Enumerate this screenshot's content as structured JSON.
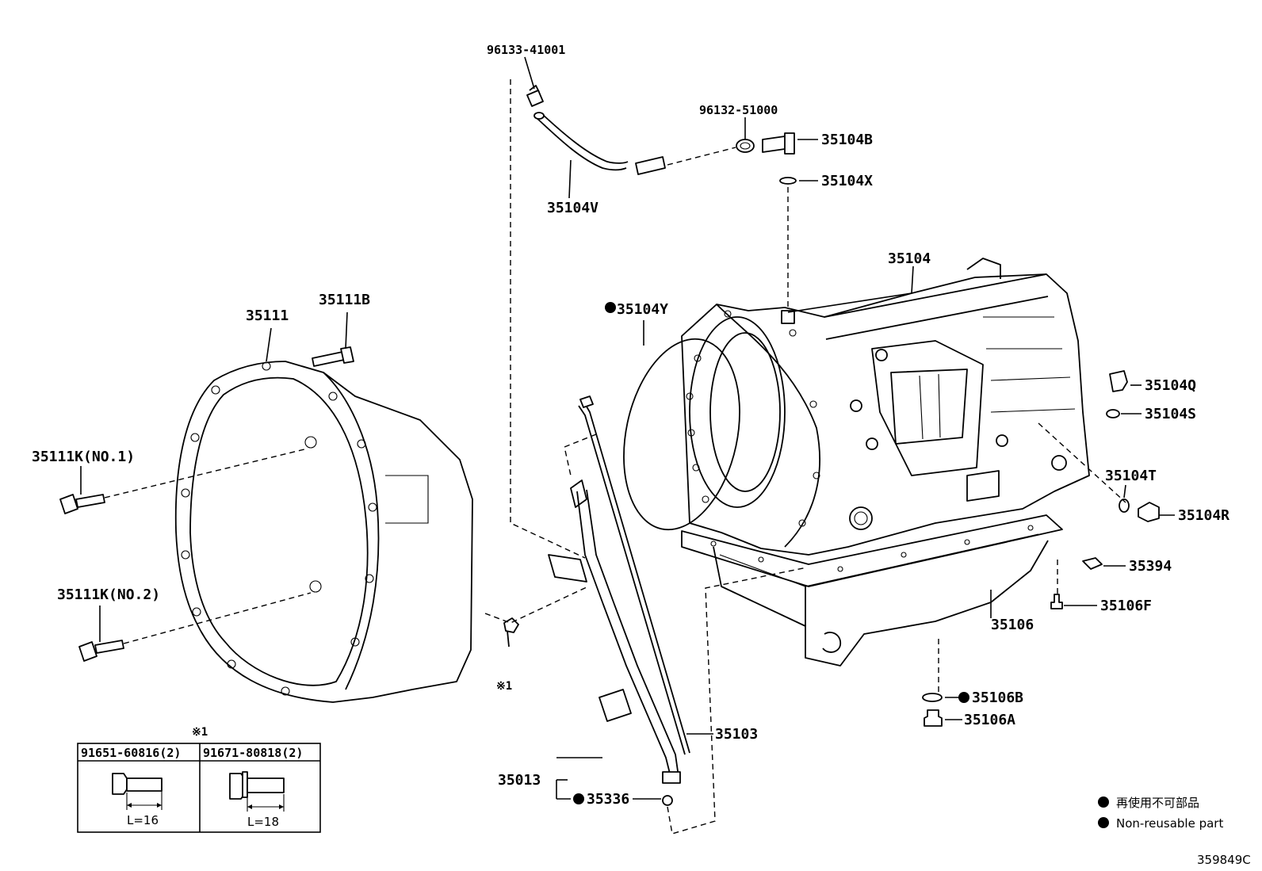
{
  "labels": {
    "p96133": "96133-41001",
    "p96132": "96132-51000",
    "p35104B": "35104B",
    "p35104X": "35104X",
    "p35104V": "35104V",
    "p35104": "35104",
    "p35104Y": "35104Y",
    "p35111": "35111",
    "p35111B": "35111B",
    "p35111K1": "35111K(NO.1)",
    "p35111K2": "35111K(NO.2)",
    "p35104Q": "35104Q",
    "p35104S": "35104S",
    "p35104T": "35104T",
    "p35104R": "35104R",
    "p35394": "35394",
    "p35106F": "35106F",
    "p35106": "35106",
    "p35106B": "35106B",
    "p35106A": "35106A",
    "p35103": "35103",
    "p35013": "35013",
    "p35336": "35336",
    "ref1": "※1"
  },
  "inset": {
    "marker": "※1",
    "col1_part": "91651-60816(2)",
    "col2_part": "91671-80818(2)",
    "col1_len": "L=16",
    "col2_len": "L=18"
  },
  "legend": {
    "line_jp": "再使用不可部品",
    "line_en": "Non-reusable part"
  },
  "figure_id": "359849C"
}
